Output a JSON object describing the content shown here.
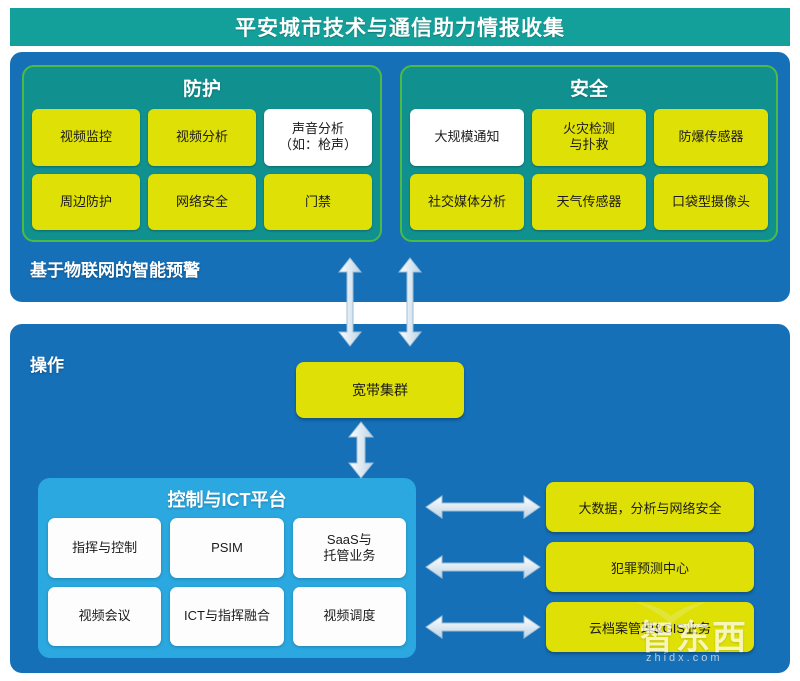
{
  "header": {
    "title": "平安城市技术与通信助力情报收集"
  },
  "colors": {
    "header_teal": "#13a09a",
    "panel_blue": "#1570b8",
    "group_teal": "#109190",
    "group_border_green": "#4cbb45",
    "tile_yellow": "#dfe006",
    "tile_white": "#ffffff",
    "ict_blue": "#2ba8e0",
    "arrow": "#d8e8f5"
  },
  "sensing_panel": {
    "label": "基于物联网的智能预警",
    "groups": [
      {
        "title": "防护",
        "tiles": [
          {
            "label": "视频监控",
            "style": "yellow"
          },
          {
            "label": "视频分析",
            "style": "yellow"
          },
          {
            "label": "声音分析\n（如：枪声）",
            "style": "white"
          },
          {
            "label": "周边防护",
            "style": "yellow"
          },
          {
            "label": "网络安全",
            "style": "yellow"
          },
          {
            "label": "门禁",
            "style": "yellow"
          }
        ]
      },
      {
        "title": "安全",
        "tiles": [
          {
            "label": "大规模通知",
            "style": "white"
          },
          {
            "label": "火灾检测\n与扑救",
            "style": "yellow"
          },
          {
            "label": "防爆传感器",
            "style": "yellow"
          },
          {
            "label": "社交媒体分析",
            "style": "yellow"
          },
          {
            "label": "天气传感器",
            "style": "yellow"
          },
          {
            "label": "口袋型摄像头",
            "style": "yellow"
          }
        ]
      }
    ]
  },
  "operations_panel": {
    "label": "操作",
    "broadband": {
      "label": "宽带集群"
    },
    "ict_platform": {
      "title": "控制与ICT平台",
      "tiles": [
        {
          "label": "指挥与控制"
        },
        {
          "label": "PSIM"
        },
        {
          "label": "SaaS与\n托管业务"
        },
        {
          "label": "视频会议"
        },
        {
          "label": "ICT与指挥融合"
        },
        {
          "label": "视频调度"
        }
      ]
    },
    "services": [
      {
        "label": "大数据，分析与网络安全"
      },
      {
        "label": "犯罪预测中心"
      },
      {
        "label": "云档案管理&GIS业务"
      }
    ]
  },
  "watermark": {
    "text": "智东西",
    "subtext": "zhidx.com"
  }
}
